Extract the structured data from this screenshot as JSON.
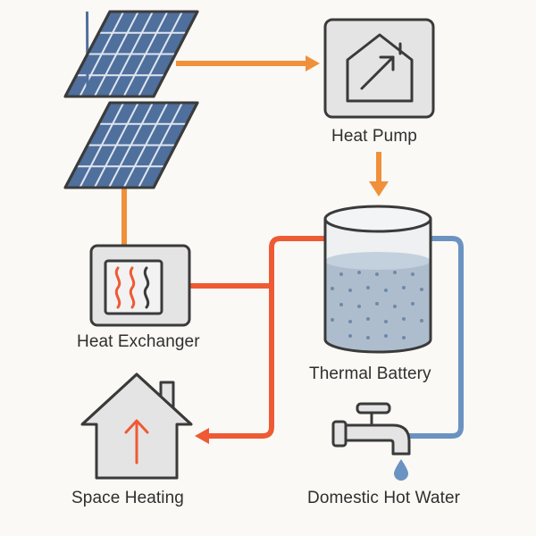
{
  "labels": {
    "heat_pump": "Heat Pump",
    "heat_exchanger": "Heat Exchanger",
    "thermal_battery": "Thermal Battery",
    "space_heating": "Space Heating",
    "domestic_hot_water": "Domestic Hot Water"
  },
  "colors": {
    "background": "#fbf9f5",
    "solar_panel": "#4f6f9c",
    "solar_frame": "#3b3b3b",
    "orange_pipe": "#f0903a",
    "red_pipe": "#ee5a34",
    "blue_pipe": "#6b93c2",
    "water": "#aebdcd",
    "component_fill": "#e4e4e4",
    "component_stroke": "#3a3a3a"
  },
  "icons": {
    "solar_panels": "solar-panel-icon",
    "heat_pump": "house-arrow-icon",
    "heat_exchanger": "heat-waves-icon",
    "thermal_battery": "water-tank-icon",
    "space_heating": "house-up-arrow-icon",
    "domestic_hot_water": "faucet-icon"
  }
}
